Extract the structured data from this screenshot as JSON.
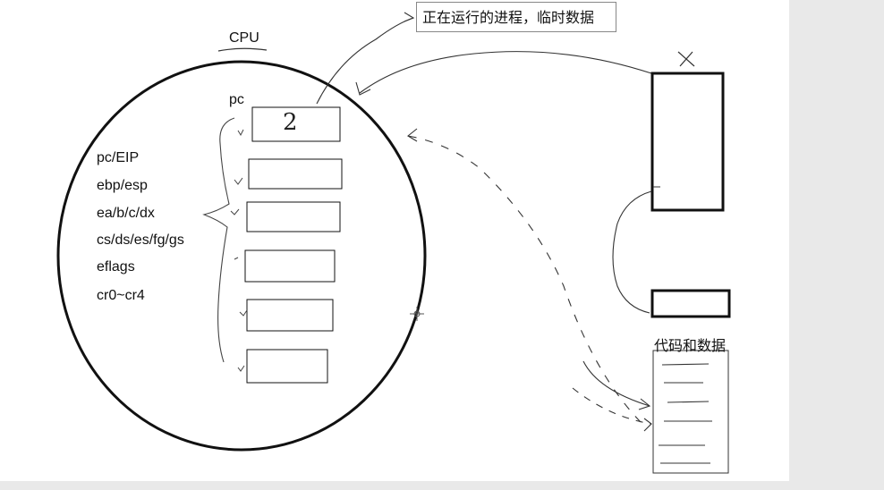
{
  "cpu": {
    "title": "CPU",
    "pc_label": "pc",
    "pc_value": "2",
    "registers": [
      "pc/EIP",
      "ebp/esp",
      "ea/b/c/dx",
      "cs/ds/es/fg/gs",
      "eflags",
      "cr0~cr4"
    ]
  },
  "note": {
    "text": "正在运行的进程，临时数据"
  },
  "memory": {
    "code_data_label": "代码和数据"
  },
  "colors": {
    "ink": "#111111",
    "background": "#ffffff",
    "edge": "#e9e9e9"
  }
}
